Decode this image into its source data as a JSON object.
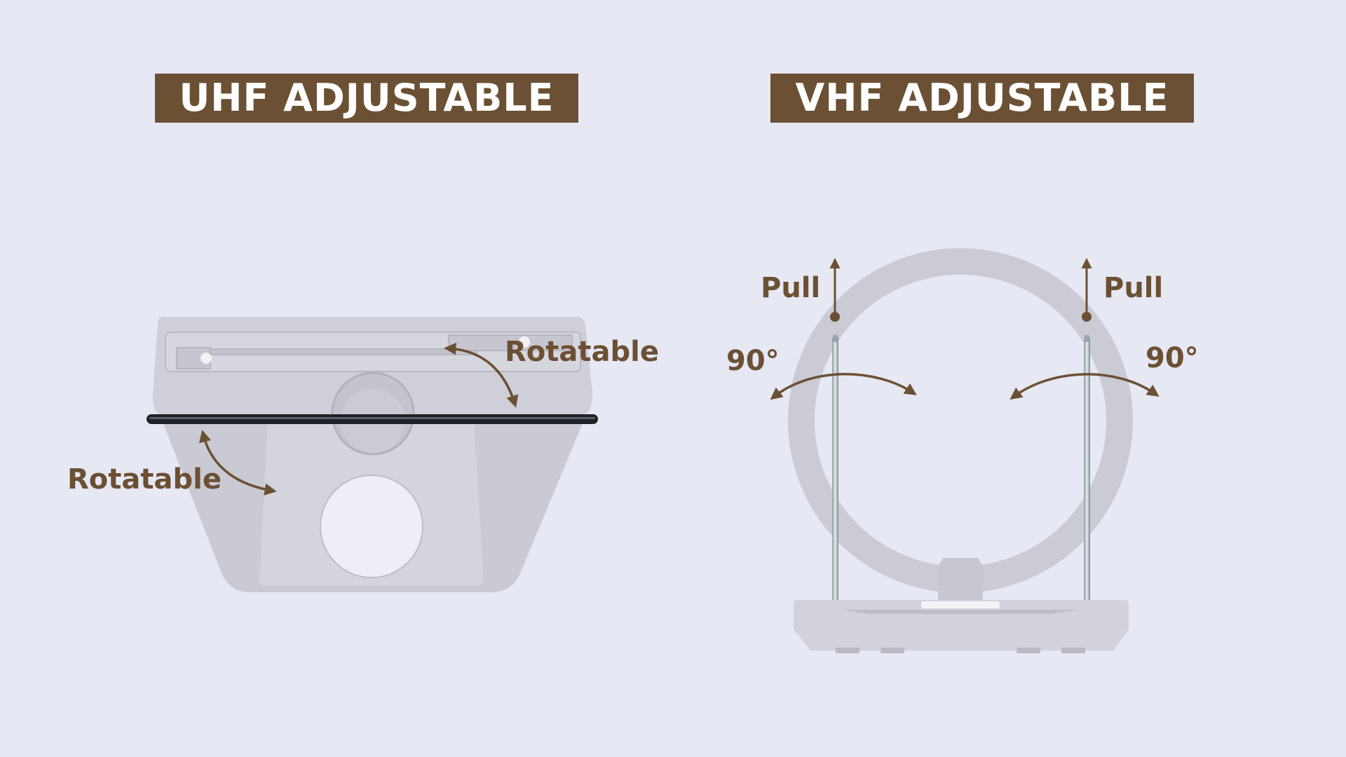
{
  "uhf": {
    "title": "UHF ADJUSTABLE",
    "label_top": "Rotatable",
    "label_left": "Rotatable"
  },
  "vhf": {
    "title": "VHF ADJUSTABLE",
    "pull_left": "Pull",
    "pull_right": "Pull",
    "angle_left": "90°",
    "angle_right": "90°"
  },
  "colors": {
    "background": "#e6e8f3",
    "accent": "#6c5033",
    "device": "#cdcdd7",
    "device_dark": "#b9b9c4",
    "ring": "#1f2226"
  }
}
